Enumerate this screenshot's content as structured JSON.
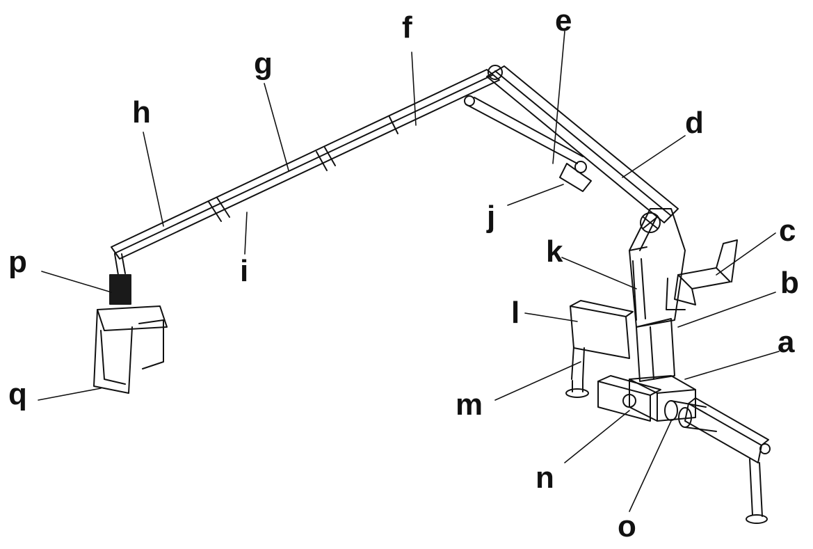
{
  "diagram": {
    "parts": [
      {
        "id": "a",
        "label": "a"
      },
      {
        "id": "b",
        "label": "b"
      },
      {
        "id": "c",
        "label": "c"
      },
      {
        "id": "d",
        "label": "d"
      },
      {
        "id": "e",
        "label": "e"
      },
      {
        "id": "f",
        "label": "f"
      },
      {
        "id": "g",
        "label": "g"
      },
      {
        "id": "h",
        "label": "h"
      },
      {
        "id": "i",
        "label": "i"
      },
      {
        "id": "j",
        "label": "j"
      },
      {
        "id": "k",
        "label": "k"
      },
      {
        "id": "l",
        "label": "l"
      },
      {
        "id": "m",
        "label": "m"
      },
      {
        "id": "n",
        "label": "n"
      },
      {
        "id": "o",
        "label": "o"
      },
      {
        "id": "p",
        "label": "p"
      },
      {
        "id": "q",
        "label": "q"
      }
    ],
    "colors": {
      "ink": "#111111",
      "grapple": "#1a1a1a",
      "paper": "#ffffff"
    }
  }
}
